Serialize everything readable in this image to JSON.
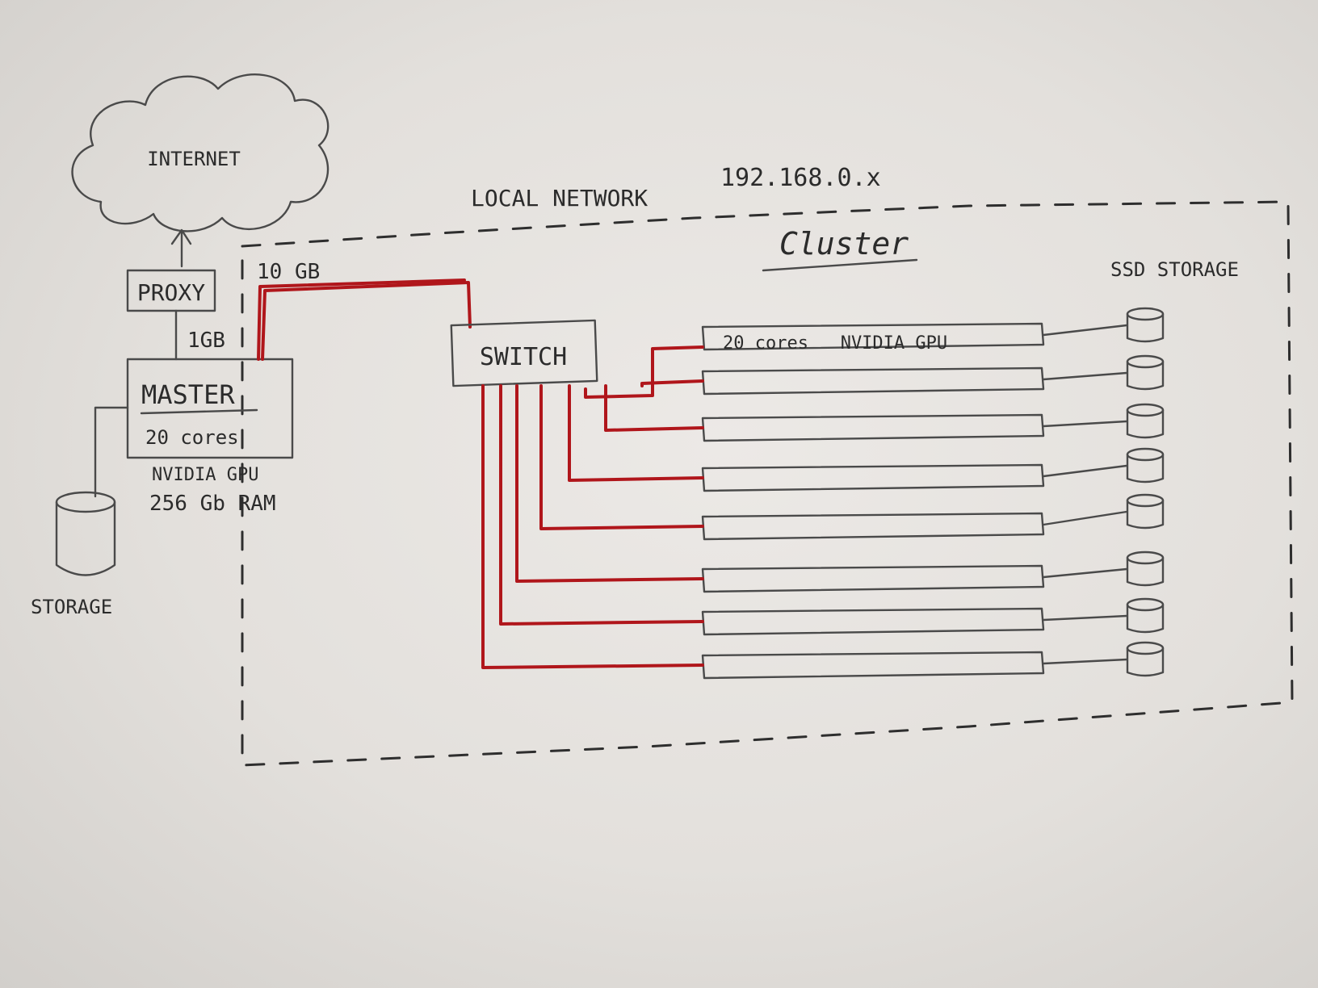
{
  "cloud": {
    "label": "INTERNET"
  },
  "network": {
    "label": "LOCAL NETWORK",
    "address": "192.168.0.x"
  },
  "cluster": {
    "label": "Cluster"
  },
  "proxy": {
    "label": "PROXY",
    "link_speed": "1GB"
  },
  "uplink": {
    "speed": "10 GB"
  },
  "switch": {
    "label": "SWITCH"
  },
  "master": {
    "title": "MASTER",
    "cores": "20 cores",
    "gpu": "NVIDIA GPU",
    "ram": "256 Gb RAM"
  },
  "storage": {
    "label": "STORAGE"
  },
  "ssd": {
    "label": "SSD STORAGE"
  },
  "nodes": [
    {
      "label": "20 cores   NVIDIA GPU"
    },
    {
      "label": ""
    },
    {
      "label": ""
    },
    {
      "label": ""
    },
    {
      "label": ""
    },
    {
      "label": ""
    },
    {
      "label": ""
    },
    {
      "label": ""
    }
  ],
  "colors": {
    "pencil": "#4a4a4a",
    "cable": "#b0161b",
    "paper": "#e6e3df"
  }
}
